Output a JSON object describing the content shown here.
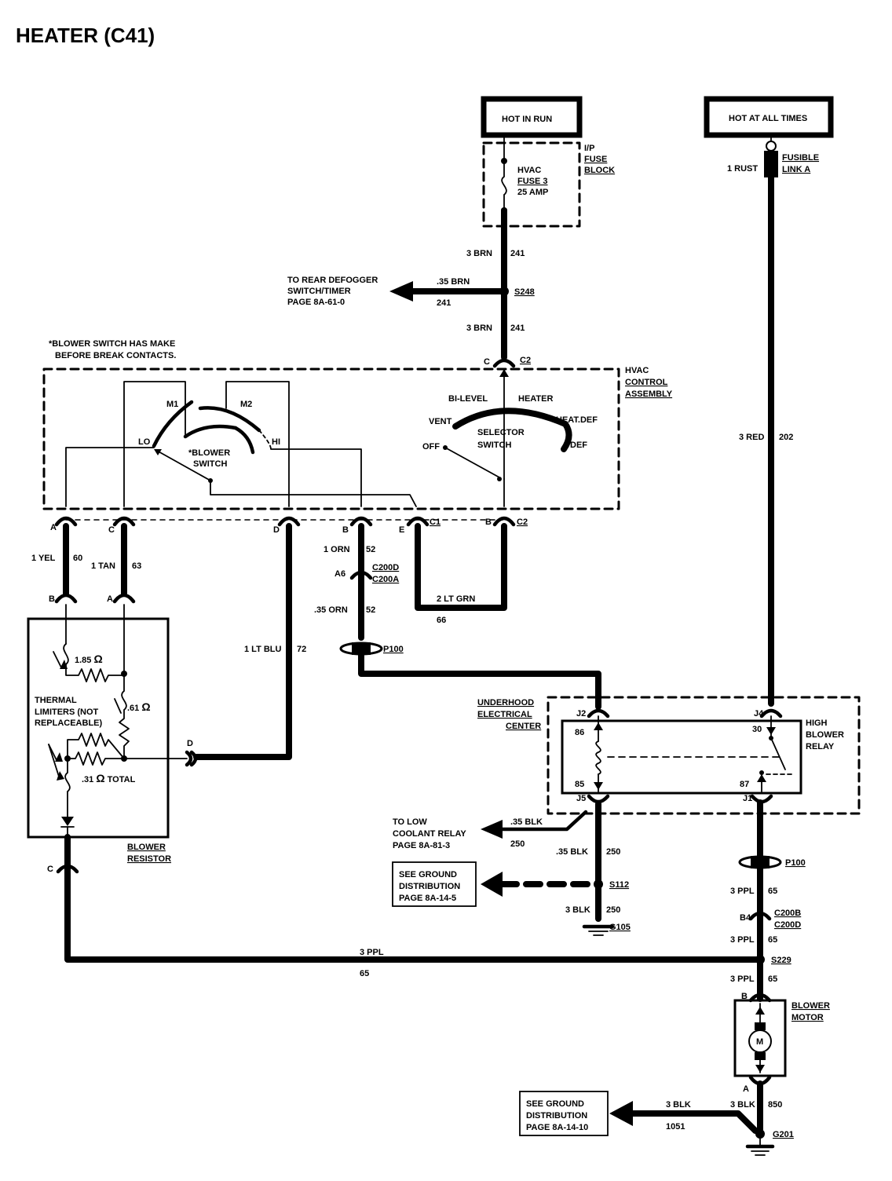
{
  "title": "HEATER (C41)",
  "sources": {
    "hot_in_run": "HOT IN RUN",
    "hot_at_all_times": "HOT AT ALL TIMES"
  },
  "fuse_block": {
    "fuse_name": "HVAC",
    "fuse_number": "FUSE 3",
    "fuse_rating": "25 AMP",
    "block_l1": "I/P",
    "block_l2": "FUSE",
    "block_l3": "BLOCK"
  },
  "fusible_link": {
    "wire": "1 RUST",
    "l1": "FUSIBLE",
    "l2": "LINK A"
  },
  "wires": {
    "w241a_gauge": "3 BRN",
    "w241a_circuit": "241",
    "w241b_gauge": ".35 BRN",
    "w241b_circuit": "241",
    "w241c_gauge": "3 BRN",
    "w241c_circuit": "241",
    "w202_gauge": "3 RED",
    "w202_circuit": "202",
    "w60_gauge": "1 YEL",
    "w60_circuit": "60",
    "w63_gauge": "1 TAN",
    "w63_circuit": "63",
    "w52a_gauge": "1 ORN",
    "w52a_circuit": "52",
    "w52b_gauge": ".35 ORN",
    "w52b_circuit": "52",
    "w66_gauge": "2 LT GRN",
    "w66_circuit": "66",
    "w72_gauge": "1 LT BLU",
    "w72_circuit": "72",
    "w250a_gauge": ".35 BLK",
    "w250a_circuit": "250",
    "w250b_gauge": ".35 BLK",
    "w250b_circuit": "250",
    "w250c_gauge": "3 BLK",
    "w250c_circuit": "250",
    "w65a_gauge": "3 PPL",
    "w65a_circuit": "65",
    "w65b_gauge": "3 PPL",
    "w65b_circuit": "65",
    "w65c_gauge": "3 PPL",
    "w65c_circuit": "65",
    "w65d_gauge": "3 PPL",
    "w65d_circuit": "65",
    "w1051_gauge": "3 BLK",
    "w1051_circuit": "1051",
    "w850_gauge": "3 BLK",
    "w850_circuit": "850"
  },
  "splices": {
    "s248": "S248",
    "s112": "S112",
    "s229": "S229"
  },
  "grounds": {
    "g105": "G105",
    "g201": "G201"
  },
  "rear_defogger": {
    "l1": "TO REAR DEFOGGER",
    "l2": "SWITCH/TIMER",
    "l3": "PAGE 8A-61-0"
  },
  "note": {
    "l1": "*BLOWER SWITCH HAS MAKE",
    "l2": "BEFORE BREAK CONTACTS."
  },
  "hvac_control": {
    "l1": "HVAC",
    "l2": "CONTROL",
    "l3": "ASSEMBLY",
    "blower_switch_l1": "*BLOWER",
    "blower_switch_l2": "SWITCH",
    "lo": "LO",
    "m1": "M1",
    "m2": "M2",
    "hi": "HI",
    "selector_l1": "SELECTOR",
    "selector_l2": "SWITCH",
    "bilevel": "BI-LEVEL",
    "heater": "HEATER",
    "vent": "VENT",
    "heatdef": "HEAT.DEF",
    "off": "OFF",
    "def": "DEF"
  },
  "connectors": {
    "top_c_pin": "C",
    "top_c2": "C2",
    "pin_a": "A",
    "pin_c": "C",
    "pin_d": "D",
    "pin_b": "B",
    "pin_e": "E",
    "c1": "C1",
    "pin_b2": "B",
    "c2": "C2",
    "res_b": "B",
    "res_a": "A",
    "res_d": "D",
    "res_c": "C",
    "a6": "A6",
    "c200d": "C200D",
    "c200a": "C200A",
    "p100a": "P100",
    "p100b": "P100",
    "b4": "B4",
    "c200b": "C200B",
    "c200d2": "C200D",
    "motor_b": "B",
    "motor_a": "A"
  },
  "resistor": {
    "r1": "1.85",
    "r2": ".61",
    "total": ".31",
    "total_word": "TOTAL",
    "omega": "Ω",
    "thermal_l1": "THERMAL",
    "thermal_l2": "LIMITERS (NOT",
    "thermal_l3": "REPLACEABLE)",
    "label_l1": "BLOWER",
    "label_l2": "RESISTOR"
  },
  "underhood": {
    "l1": "UNDERHOOD",
    "l2": "ELECTRICAL",
    "l3": "CENTER",
    "j2": "J2",
    "j4": "J4",
    "j5": "J5",
    "j1": "J1",
    "p86": "86",
    "p85": "85",
    "p30": "30",
    "p87": "87",
    "relay_l1": "HIGH",
    "relay_l2": "BLOWER",
    "relay_l3": "RELAY"
  },
  "low_coolant": {
    "l1": "TO LOW",
    "l2": "COOLANT RELAY",
    "l3": "PAGE 8A-81-3"
  },
  "ground_dist_1": {
    "l1": "SEE GROUND",
    "l2": "DISTRIBUTION",
    "l3": "PAGE 8A-14-5"
  },
  "ground_dist_2": {
    "l1": "SEE GROUND",
    "l2": "DISTRIBUTION",
    "l3": "PAGE 8A-14-10"
  },
  "motor": {
    "symbol": "M",
    "l1": "BLOWER",
    "l2": "MOTOR"
  }
}
